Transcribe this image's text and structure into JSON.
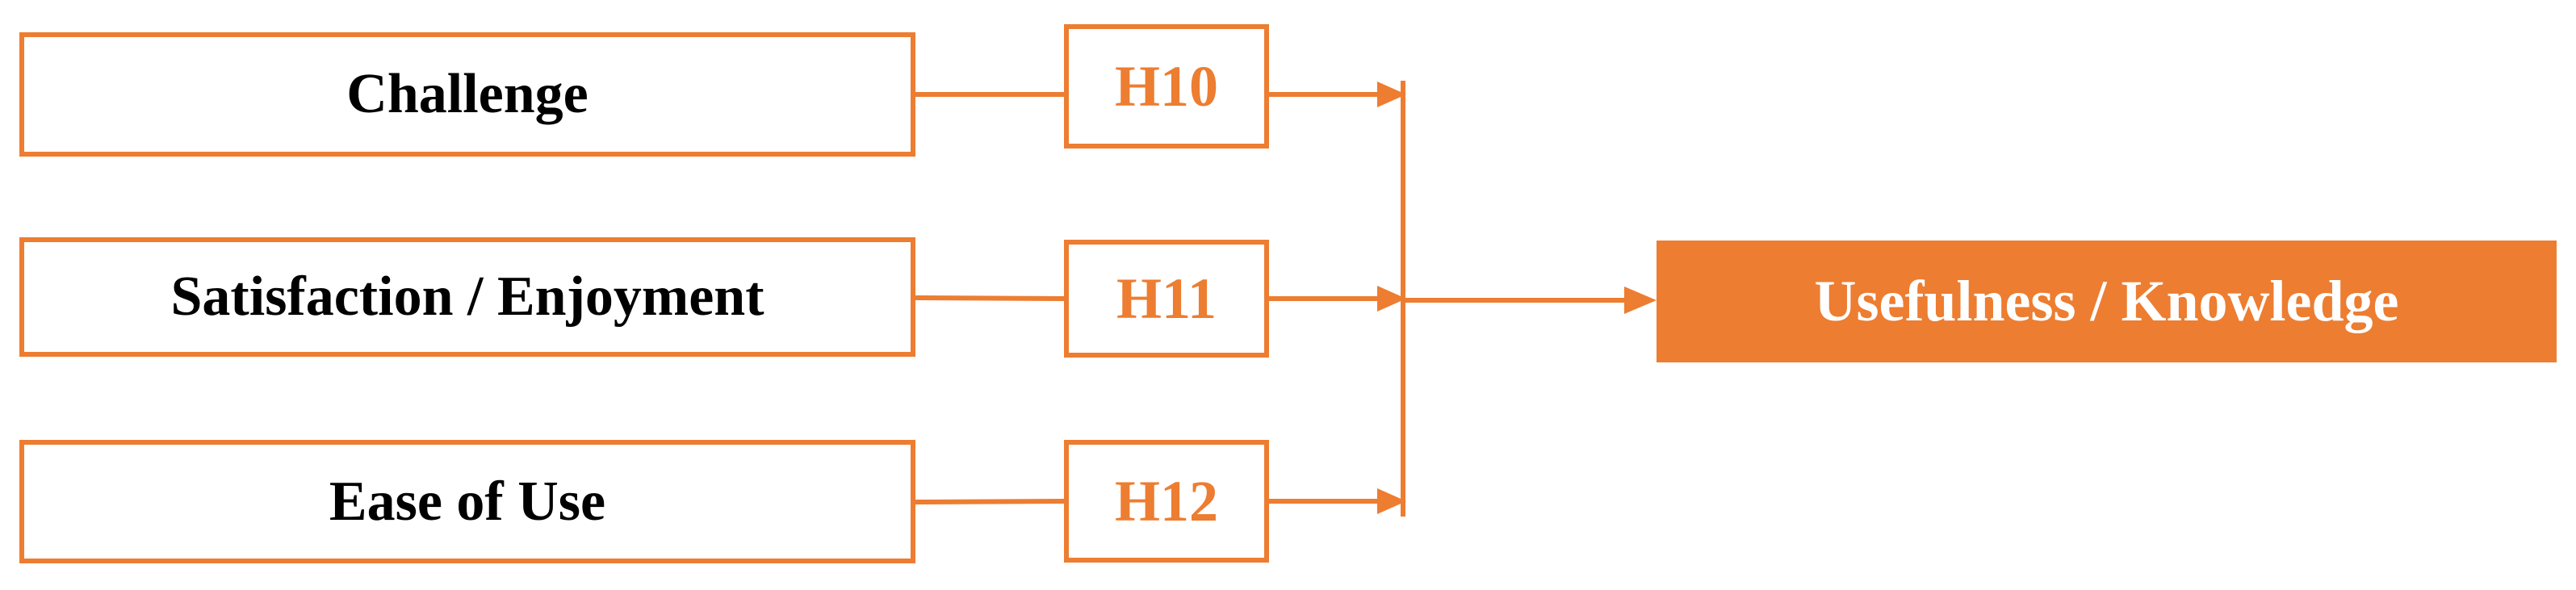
{
  "diagram": {
    "colors": {
      "accent": "#ED7D31",
      "text": "#000000",
      "background": "#FFFFFF",
      "outcome_text": "#FFFFFF"
    },
    "constructs": [
      {
        "label": "Challenge"
      },
      {
        "label": "Satisfaction / Enjoyment"
      },
      {
        "label": "Ease of Use"
      }
    ],
    "hypotheses": [
      {
        "label": "H10"
      },
      {
        "label": "H11"
      },
      {
        "label": "H12"
      }
    ],
    "outcome": {
      "label": "Usefulness / Knowledge"
    }
  }
}
